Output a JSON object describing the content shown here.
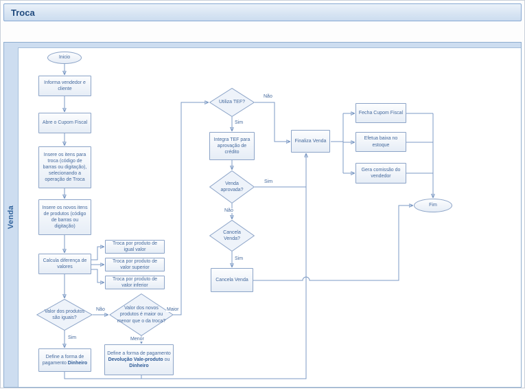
{
  "header": {
    "title": "Troca"
  },
  "lane": {
    "label": "Venda"
  },
  "colors": {
    "accent": "#4f81bd",
    "node_border": "#8ba3c7",
    "node_text": "#44699d",
    "line": "#7b99c4",
    "lane_fill": "#cdddf0",
    "title_text": "#1f497d"
  },
  "nodes": {
    "inicio": {
      "label": "Inicio"
    },
    "informa_vendedor": {
      "label": "Informa vendedor e cliente"
    },
    "abre_cupom": {
      "label": "Abre o Cupom Fiscal"
    },
    "insere_itens_troca": {
      "label": "Insere os itens para troca (código de barras ou digitação), selecionando a operação de Troca"
    },
    "insere_novos_itens": {
      "label": "Insere os novos itens de produtos (código de barras ou digitação)"
    },
    "calcula_diferenca": {
      "label": "Calcula diferença de valores"
    },
    "troca_igual": {
      "label": "Troca por produto de igual valor"
    },
    "troca_superior": {
      "label": "Troca por produto de valor superior"
    },
    "troca_inferior": {
      "label": "Troca por produto de valor inferior"
    },
    "valor_iguais": {
      "label": "Valor dos produtos são iguais?"
    },
    "define_dinheiro": {
      "text": "Define a forma de pagamento ",
      "bold": "Dinheiro"
    },
    "valor_maior_menor": {
      "label": "Valor dos novos produtos é maior ou menor que o da troca?"
    },
    "define_devolucao": {
      "t1": "Define a forma de pagamento ",
      "b1": "Devolução Vale-produto",
      "t2": " ou ",
      "b2": "Dinheiro"
    },
    "utiliza_tef": {
      "label": "Utiliza TEF?"
    },
    "integra_tef": {
      "label": "Integra TEF para aprovação de crédito"
    },
    "venda_aprovada": {
      "label": "Venda aprovada?"
    },
    "cancela_venda_q": {
      "label": "Cancela Venda?"
    },
    "cancela_venda": {
      "label": "Cancela Venda"
    },
    "finaliza_venda": {
      "label": "Finaliza Venda"
    },
    "fecha_cupom": {
      "label": "Fecha Cupom Fiscal"
    },
    "efetua_baixa": {
      "label": "Efetua baixa no estoque"
    },
    "gera_comissao": {
      "label": "Gera comissão do vendedor"
    },
    "fim": {
      "label": "Fim"
    }
  },
  "edge_labels": {
    "tef_nao": "Não",
    "tef_sim": "Sim",
    "aprovada_sim": "Sim",
    "aprovada_nao": "Não",
    "cancela_sim": "Sim",
    "iguais_sim": "Sim",
    "iguais_nao": "Não",
    "maior": "Maior",
    "menor": "Menor"
  }
}
